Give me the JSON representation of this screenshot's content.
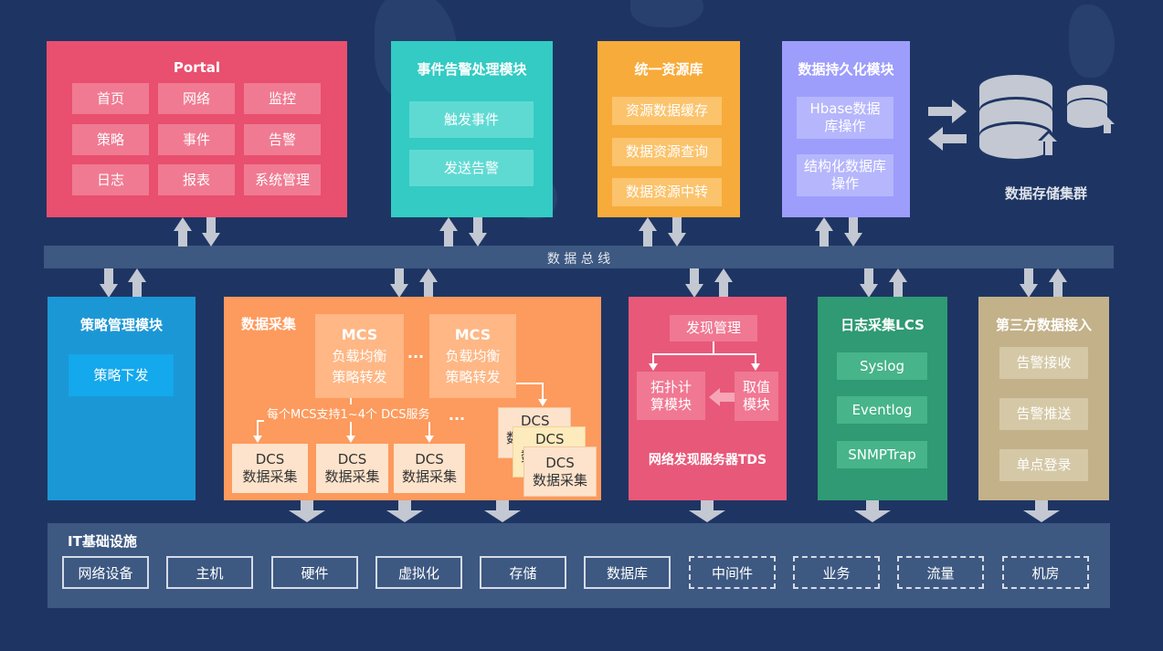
{
  "colors": {
    "background": "#1e3563",
    "portal": "#e94f6e",
    "event": "#33cbc3",
    "resource": "#f7ab3a",
    "persist": "#9d9dfc",
    "policy": "#1c97d6",
    "collect": "#fd9a5d",
    "discovery": "#e85879",
    "log": "#2f9a74",
    "third": "#c3b189",
    "bus": "#3d5881",
    "infra": "#3d5881"
  },
  "portal": {
    "title": "Portal",
    "items": [
      "首页",
      "网络",
      "监控",
      "策略",
      "事件",
      "告警",
      "日志",
      "报表",
      "系统管理"
    ]
  },
  "event": {
    "title": "事件告警处理模块",
    "items": [
      "触发事件",
      "发送告警"
    ]
  },
  "resource": {
    "title": "统一资源库",
    "items": [
      "资源数据缓存",
      "数据资源查询",
      "数据资源中转"
    ]
  },
  "persist": {
    "title": "数据持久化模块",
    "items": [
      "Hbase数据库操作",
      "结构化数据库操作"
    ]
  },
  "storage": {
    "label": "数据存储集群"
  },
  "bus": {
    "label": "数 据 总 线"
  },
  "policy": {
    "title": "策略管理模块",
    "item": "策略下发"
  },
  "collect": {
    "title": "数据采集",
    "mcs": [
      {
        "name": "MCS",
        "line1": "负载均衡",
        "line2": "策略转发"
      },
      {
        "name": "MCS",
        "line1": "负载均衡",
        "line2": "策略转发"
      }
    ],
    "ellipsis1": "···",
    "ellipsis2": "···",
    "note": "每个MCS支持1~4个 DCS服务",
    "dcs": [
      {
        "name": "DCS",
        "desc": "数据采集"
      },
      {
        "name": "DCS",
        "desc": "数据采集"
      },
      {
        "name": "DCS",
        "desc": "数据采集"
      }
    ],
    "stack": {
      "back_name": "DCS",
      "back_desc": "数",
      "mid_name": "DCS",
      "mid_desc": "数",
      "front_name": "DCS",
      "front_desc": "数据采集"
    }
  },
  "discovery": {
    "title": "网络发现服务器TDS",
    "manage": "发现管理",
    "topo": "拓扑计算模块",
    "fetch": "取值模块"
  },
  "log": {
    "title": "日志采集LCS",
    "items": [
      "Syslog",
      "Eventlog",
      "SNMPTrap"
    ]
  },
  "third": {
    "title": "第三方数据接入",
    "items": [
      "告警接收",
      "告警推送",
      "单点登录"
    ]
  },
  "infra": {
    "title": "IT基础设施",
    "items": [
      {
        "label": "网络设备",
        "dashed": false
      },
      {
        "label": "主机",
        "dashed": false
      },
      {
        "label": "硬件",
        "dashed": false
      },
      {
        "label": "虚拟化",
        "dashed": false
      },
      {
        "label": "存储",
        "dashed": false
      },
      {
        "label": "数据库",
        "dashed": false
      },
      {
        "label": "中间件",
        "dashed": true
      },
      {
        "label": "业务",
        "dashed": true
      },
      {
        "label": "流量",
        "dashed": true
      },
      {
        "label": "机房",
        "dashed": true
      }
    ]
  }
}
